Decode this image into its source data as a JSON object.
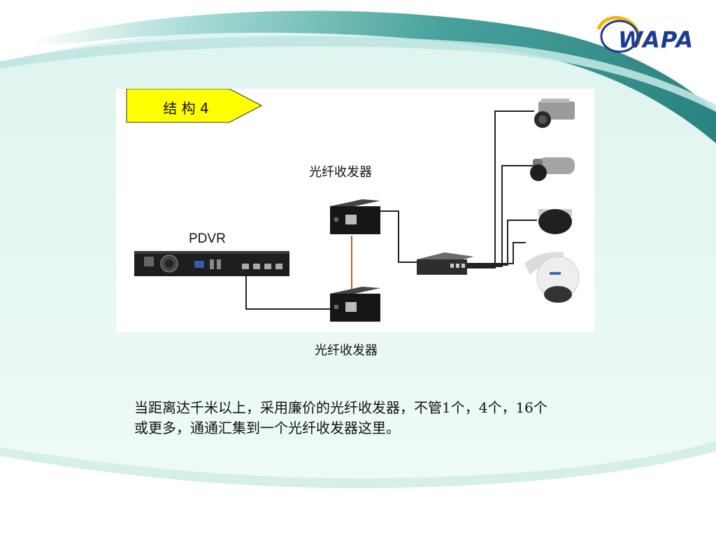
{
  "slide": {
    "logo_text": "WAPA",
    "tag_label": "结 构 4",
    "device_label": "PDVR",
    "caption_top": "光纤收发器",
    "caption_bottom": "光纤收发器",
    "body_line1": "当距离达千米以上，采用廉价的光纤收发器，不管1个，4个，16个",
    "body_line2": "或更多，通通汇集到一个光纤收发器这里。"
  },
  "colors": {
    "tag_fill": "#ffff00",
    "fiber_link": "#b5651d",
    "wave_dark": "#2c8a86",
    "wave_light": "#9fd8d2",
    "bg_mint": "#e6f6f2",
    "logo_blue": "#1d3b8f"
  },
  "icons": [
    "camera-box-icon",
    "camera-bullet-icon",
    "camera-dome-icon",
    "camera-ptz-icon",
    "switch-icon",
    "transceiver-icon",
    "dvr-icon"
  ]
}
